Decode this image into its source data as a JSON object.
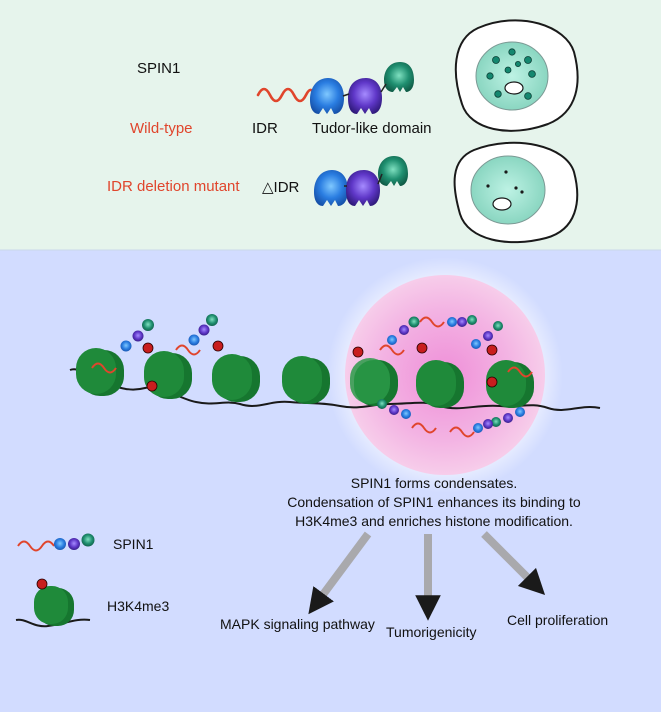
{
  "top_panel": {
    "title": "SPIN1",
    "rows": [
      {
        "label": "Wild-type",
        "idr_label": "IDR",
        "domain_label": "Tudor-like domain"
      },
      {
        "label": "IDR deletion mutant",
        "idr_label": "△IDR"
      }
    ]
  },
  "bottom_panel": {
    "caption_lines": [
      "SPIN1 forms condensates.",
      "Condensation of SPIN1 enhances its binding to",
      "H3K4me3 and enriches histone modification."
    ],
    "outcomes": [
      "MAPK signaling pathway",
      "Tumorigenicity",
      "Cell proliferation"
    ],
    "legend": [
      {
        "label": "SPIN1",
        "icon": "spin1-protein-icon"
      },
      {
        "label": "H3K4me3",
        "icon": "nucleosome-icon"
      }
    ]
  },
  "colors": {
    "top_bg": "#e6f4ec",
    "bottom_bg": "#d2dcff",
    "condensate": "#f3b3e3",
    "idr": "#e0452c",
    "domain_blue": "#2a7de1",
    "domain_purple": "#5f37c8",
    "domain_teal": "#1f8f70",
    "nucleosome": "#1f8a3a",
    "arrow": "#a9a9ad"
  }
}
